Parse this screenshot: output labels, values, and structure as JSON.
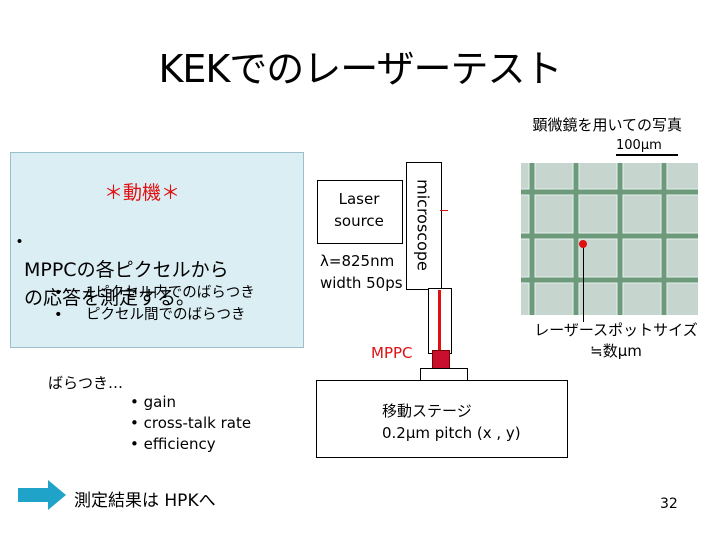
{
  "slide": {
    "title": "KEKでのレーザーテスト",
    "page_number": "32"
  },
  "photo": {
    "caption": "顕微鏡を用いての写真",
    "scale_label": "100μm",
    "spot_size_label": "レーザースポットサイズ\n≒数μm"
  },
  "motivation": {
    "heading": "＊動機＊",
    "main_bullet": "・",
    "main_text": "MPPCの各ピクセルから\nの応答を測定する。",
    "bullets": [
      {
        "bullet": "•",
        "text": "1ピクセル内でのばらつき"
      },
      {
        "bullet": "•",
        "text": "ピクセル間でのばらつき"
      }
    ]
  },
  "variation": {
    "heading": "ばらつき…",
    "items": [
      "• gain",
      "• cross-talk rate",
      "• efficiency"
    ]
  },
  "result": {
    "text": "測定結果は HPKへ"
  },
  "setup": {
    "laser_label": "Laser\nsource",
    "microscope_label": "microscope",
    "wavelength_label": "λ=825nm\nwidth 50ps",
    "mppc_label": "MPPC",
    "stage_label": "移動ステージ\n0.2μm pitch (x , y)"
  },
  "colors": {
    "accent_red": "#e01010",
    "motivation_bg": "#dbeef4",
    "arrow": "#1fa3c9"
  }
}
